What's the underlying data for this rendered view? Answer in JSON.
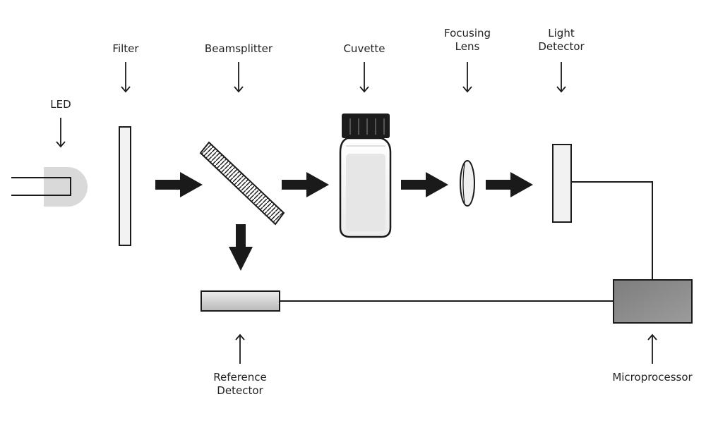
{
  "labels": {
    "led": "LED",
    "filter": "Filter",
    "beamsplitter": "Beamsplitter",
    "cuvette": "Cuvette",
    "focusing_lens_1": "Focusing",
    "focusing_lens_2": "Lens",
    "light_detector_1": "Light",
    "light_detector_2": "Detector",
    "reference_detector_1": "Reference",
    "reference_detector_2": "Detector",
    "microprocessor": "Microprocessor"
  },
  "colors": {
    "stroke": "#1a1a1a",
    "cap": "#1c1c1c",
    "led_body": "#d9d9d9",
    "component_fill": "#f0f0f0",
    "microprocessor": "#8a8a8a",
    "reference_detector": "#c8c8c8"
  }
}
